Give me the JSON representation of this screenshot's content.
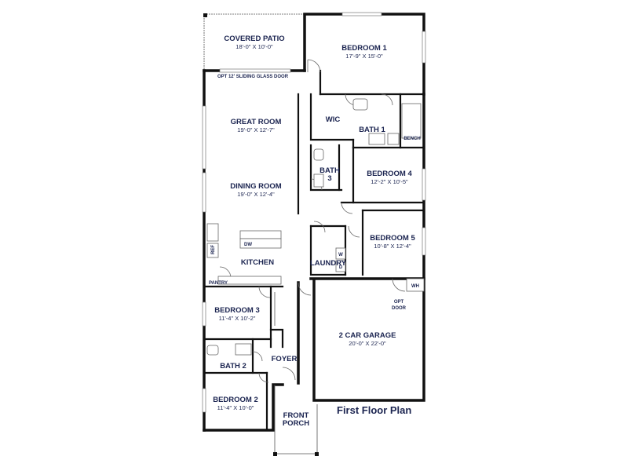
{
  "title": "First Floor Plan",
  "colors": {
    "label": "#1b2450",
    "wall": "#111111",
    "background": "#ffffff"
  },
  "rooms": {
    "covered_patio": {
      "name": "COVERED PATIO",
      "dims": "18'-0\" X 10'-0\""
    },
    "bedroom_1": {
      "name": "BEDROOM 1",
      "dims": "17'-9\" X 15'-0\""
    },
    "great_room": {
      "name": "GREAT ROOM",
      "dims": "19'-0\" X 12'-7\""
    },
    "dining_room": {
      "name": "DINING ROOM",
      "dims": "19'-0\" X 12'-4\""
    },
    "kitchen": {
      "name": "KITCHEN"
    },
    "pantry": {
      "name": "PANTRY"
    },
    "wic": {
      "name": "WIC"
    },
    "bath_1": {
      "name": "BATH 1"
    },
    "bath_3": {
      "name": "BATH",
      "number": "3"
    },
    "bedroom_4": {
      "name": "BEDROOM 4",
      "dims": "12'-2\" X 10'-5\""
    },
    "bedroom_5": {
      "name": "BEDROOM 5",
      "dims": "10'-8\" X 12'-4\""
    },
    "laundry": {
      "name": "LAUNDRY"
    },
    "bedroom_3": {
      "name": "BEDROOM 3",
      "dims": "11'-4\" X 10'-2\""
    },
    "bath_2": {
      "name": "BATH 2"
    },
    "foyer": {
      "name": "FOYER"
    },
    "bedroom_2": {
      "name": "BEDROOM 2",
      "dims": "11'-4\" X 10'-0\""
    },
    "front_porch": {
      "name": "FRONT",
      "name2": "PORCH"
    },
    "garage": {
      "name": "2 CAR GARAGE",
      "dims": "20'-0\" X 22'-0\""
    }
  },
  "labels": {
    "sliding_door": "OPT 12' SLIDING GLASS DOOR",
    "bench": "BENCH",
    "dw": "DW",
    "ref": "REF",
    "wh": "WH",
    "opt_door": "OPT",
    "opt_door2": "DOOR",
    "washer": "W",
    "dryer": "D"
  }
}
